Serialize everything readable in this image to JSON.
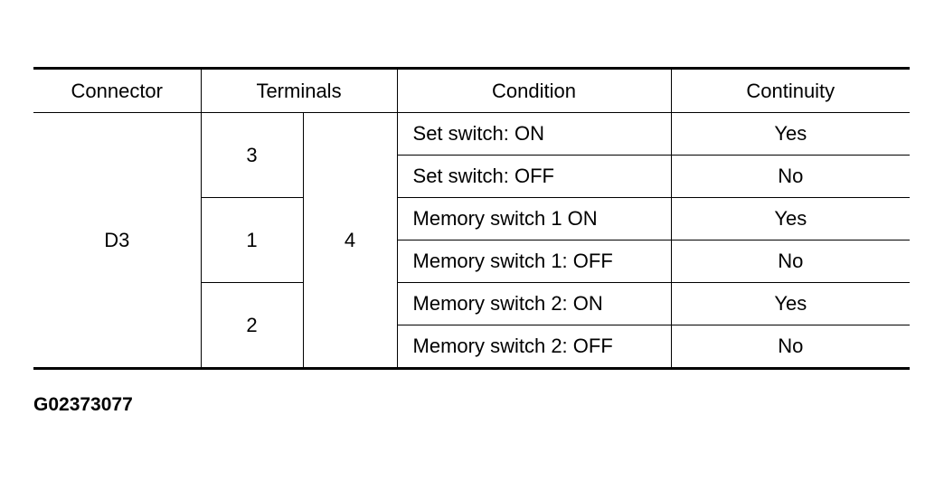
{
  "table": {
    "headers": {
      "connector": "Connector",
      "terminals": "Terminals",
      "condition": "Condition",
      "continuity": "Continuity"
    },
    "connector": "D3",
    "terminal_groups": [
      "3",
      "1",
      "2"
    ],
    "common_terminal": "4",
    "rows": [
      {
        "condition": "Set switch: ON",
        "continuity": "Yes"
      },
      {
        "condition": "Set switch: OFF",
        "continuity": "No"
      },
      {
        "condition": "Memory switch 1 ON",
        "continuity": "Yes"
      },
      {
        "condition": "Memory switch 1: OFF",
        "continuity": "No"
      },
      {
        "condition": "Memory switch 2: ON",
        "continuity": "Yes"
      },
      {
        "condition": "Memory switch 2: OFF",
        "continuity": "No"
      }
    ]
  },
  "figure_id": "G02373077"
}
